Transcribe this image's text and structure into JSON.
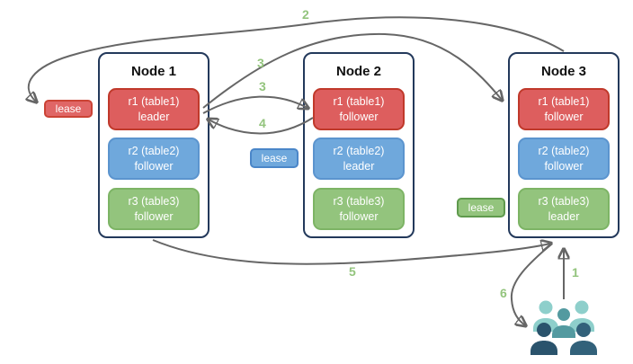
{
  "nodes": [
    {
      "title": "Node 1",
      "replicas": [
        {
          "label": "r1 (table1)",
          "role": "leader",
          "color": "red"
        },
        {
          "label": "r2 (table2)",
          "role": "follower",
          "color": "blue"
        },
        {
          "label": "r3 (table3)",
          "role": "follower",
          "color": "green"
        }
      ]
    },
    {
      "title": "Node 2",
      "replicas": [
        {
          "label": "r1 (table1)",
          "role": "follower",
          "color": "red"
        },
        {
          "label": "r2 (table2)",
          "role": "leader",
          "color": "blue"
        },
        {
          "label": "r3 (table3)",
          "role": "follower",
          "color": "green"
        }
      ]
    },
    {
      "title": "Node 3",
      "replicas": [
        {
          "label": "r1 (table1)",
          "role": "follower",
          "color": "red"
        },
        {
          "label": "r2 (table2)",
          "role": "follower",
          "color": "blue"
        },
        {
          "label": "r3 (table3)",
          "role": "leader",
          "color": "green"
        }
      ]
    }
  ],
  "leases": [
    {
      "label": "lease",
      "color": "#E06666"
    },
    {
      "label": "lease",
      "color": "#6FA8DC"
    },
    {
      "label": "lease",
      "color": "#93C47D"
    }
  ],
  "steps": {
    "s1": "1",
    "s2": "2",
    "s3a": "3",
    "s3b": "3",
    "s4": "4",
    "s5": "5",
    "s6": "6"
  },
  "icons": {
    "users": "users-group-icon"
  },
  "colors": {
    "arrow": "#666666",
    "step_label": "#93C47D",
    "node_border": "#23395B",
    "red_fill": "#DD5E5E",
    "red_border": "#C0392B",
    "blue_fill": "#6FA8DC",
    "blue_border": "#4A86C8",
    "green_fill": "#93C47D",
    "green_border": "#6AA84F",
    "people_light": "#8ECFCB",
    "people_mid": "#539AA0",
    "people_dark_left": "#2A536C",
    "people_dark_right": "#32617A"
  }
}
